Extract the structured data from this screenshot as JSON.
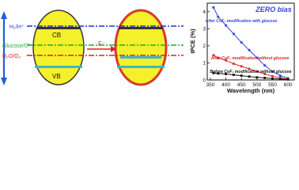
{
  "diagram": {
    "labels": {
      "h2": "H₂/H⁺",
      "glucose": "Glucose/C⁸⁺",
      "h2o": "H₂O/O₂",
      "cb": "CB",
      "vb": "VB",
      "fluoride": "F⁻"
    },
    "colors": {
      "sphere_fill": "#f4f02a",
      "sphere_outline_left": "#3a3a3a",
      "sphere_outline_right": "#d83a2a",
      "h2_line": "#2233cc",
      "glucose_line": "#22aa33",
      "h2o_line": "#dd2222",
      "vb_band": "#33bbcc",
      "cb_band": "#333333",
      "arrow": "#1f5fd8"
    }
  },
  "chart_data": {
    "type": "line",
    "title": "ZERO bias",
    "xlabel": "Wavelength (nm)",
    "ylabel": "IPCE (%)",
    "xlim": [
      340,
      620
    ],
    "ylim": [
      0,
      4.5
    ],
    "xticks": [
      350,
      400,
      450,
      500,
      550,
      600
    ],
    "yticks": [
      0,
      1,
      2,
      3,
      4
    ],
    "series": [
      {
        "name": "After CoF₂ modification with glucose",
        "color": "#3344dd",
        "marker": "square",
        "x": [
          360,
          375,
          400,
          425,
          450,
          475,
          500,
          525,
          550,
          575,
          600
        ],
        "y": [
          4.25,
          3.7,
          3.2,
          2.7,
          2.2,
          1.75,
          1.3,
          0.85,
          0.5,
          0.25,
          0.1
        ]
      },
      {
        "name": "After CoF₂ modification without glucose",
        "color": "#dd2222",
        "marker": "circle",
        "x": [
          360,
          375,
          400,
          425,
          450,
          475,
          500,
          525,
          550,
          575,
          600
        ],
        "y": [
          1.45,
          1.3,
          1.15,
          0.95,
          0.8,
          0.65,
          0.5,
          0.35,
          0.22,
          0.12,
          0.05
        ]
      },
      {
        "name": "Before CoF₂ modification without glucose",
        "color": "#111111",
        "marker": "square",
        "x": [
          360,
          375,
          400,
          425,
          450,
          475,
          500,
          525,
          550,
          575,
          600
        ],
        "y": [
          0.4,
          0.38,
          0.35,
          0.3,
          0.25,
          0.2,
          0.15,
          0.12,
          0.08,
          0.05,
          0.03
        ]
      }
    ]
  }
}
